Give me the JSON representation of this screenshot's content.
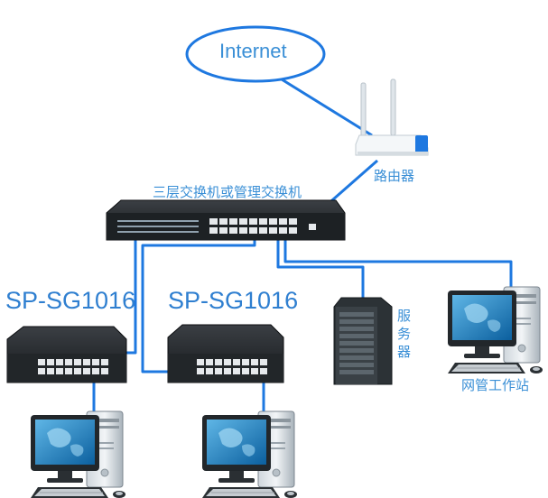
{
  "labels": {
    "internet": "Internet",
    "router": "路由器",
    "core_switch": "三层交换机或管理交换机",
    "switch_left": "SP-SG1016",
    "switch_right": "SP-SG1016",
    "server": "服务器",
    "workstation": "网管工作站"
  },
  "colors": {
    "link": "#1e78e0",
    "label": "#3a8fd6",
    "title": "#2f7fd0"
  }
}
